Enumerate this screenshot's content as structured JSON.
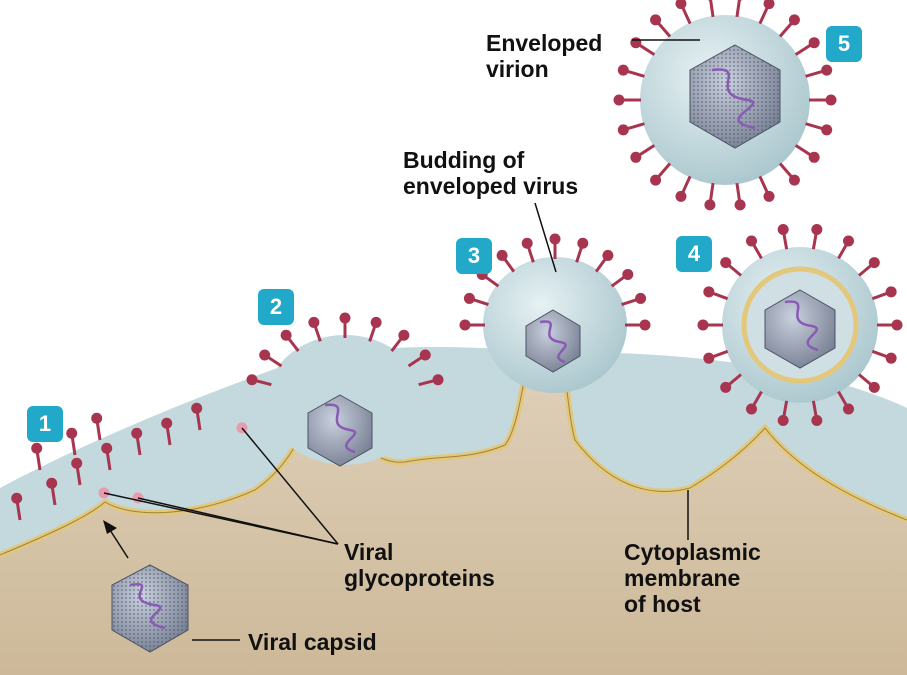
{
  "steps": [
    "1",
    "2",
    "3",
    "4",
    "5"
  ],
  "labels": {
    "enveloped_virion": [
      "Enveloped",
      "virion"
    ],
    "budding": [
      "Budding of",
      "enveloped virus"
    ],
    "glycoproteins": [
      "Viral",
      "glycoproteins"
    ],
    "cytoplasmic_membrane": [
      "Cytoplasmic",
      "membrane",
      "of host"
    ],
    "capsid": "Viral capsid"
  },
  "colors": {
    "step_badge": "#22a9c9",
    "spike": "#a8354f",
    "pink_glycoprotein": "#e89aae",
    "membrane": "#e3c77a",
    "envelope": "#c6dbe0",
    "cytoplasm": "#d8c7ae"
  }
}
